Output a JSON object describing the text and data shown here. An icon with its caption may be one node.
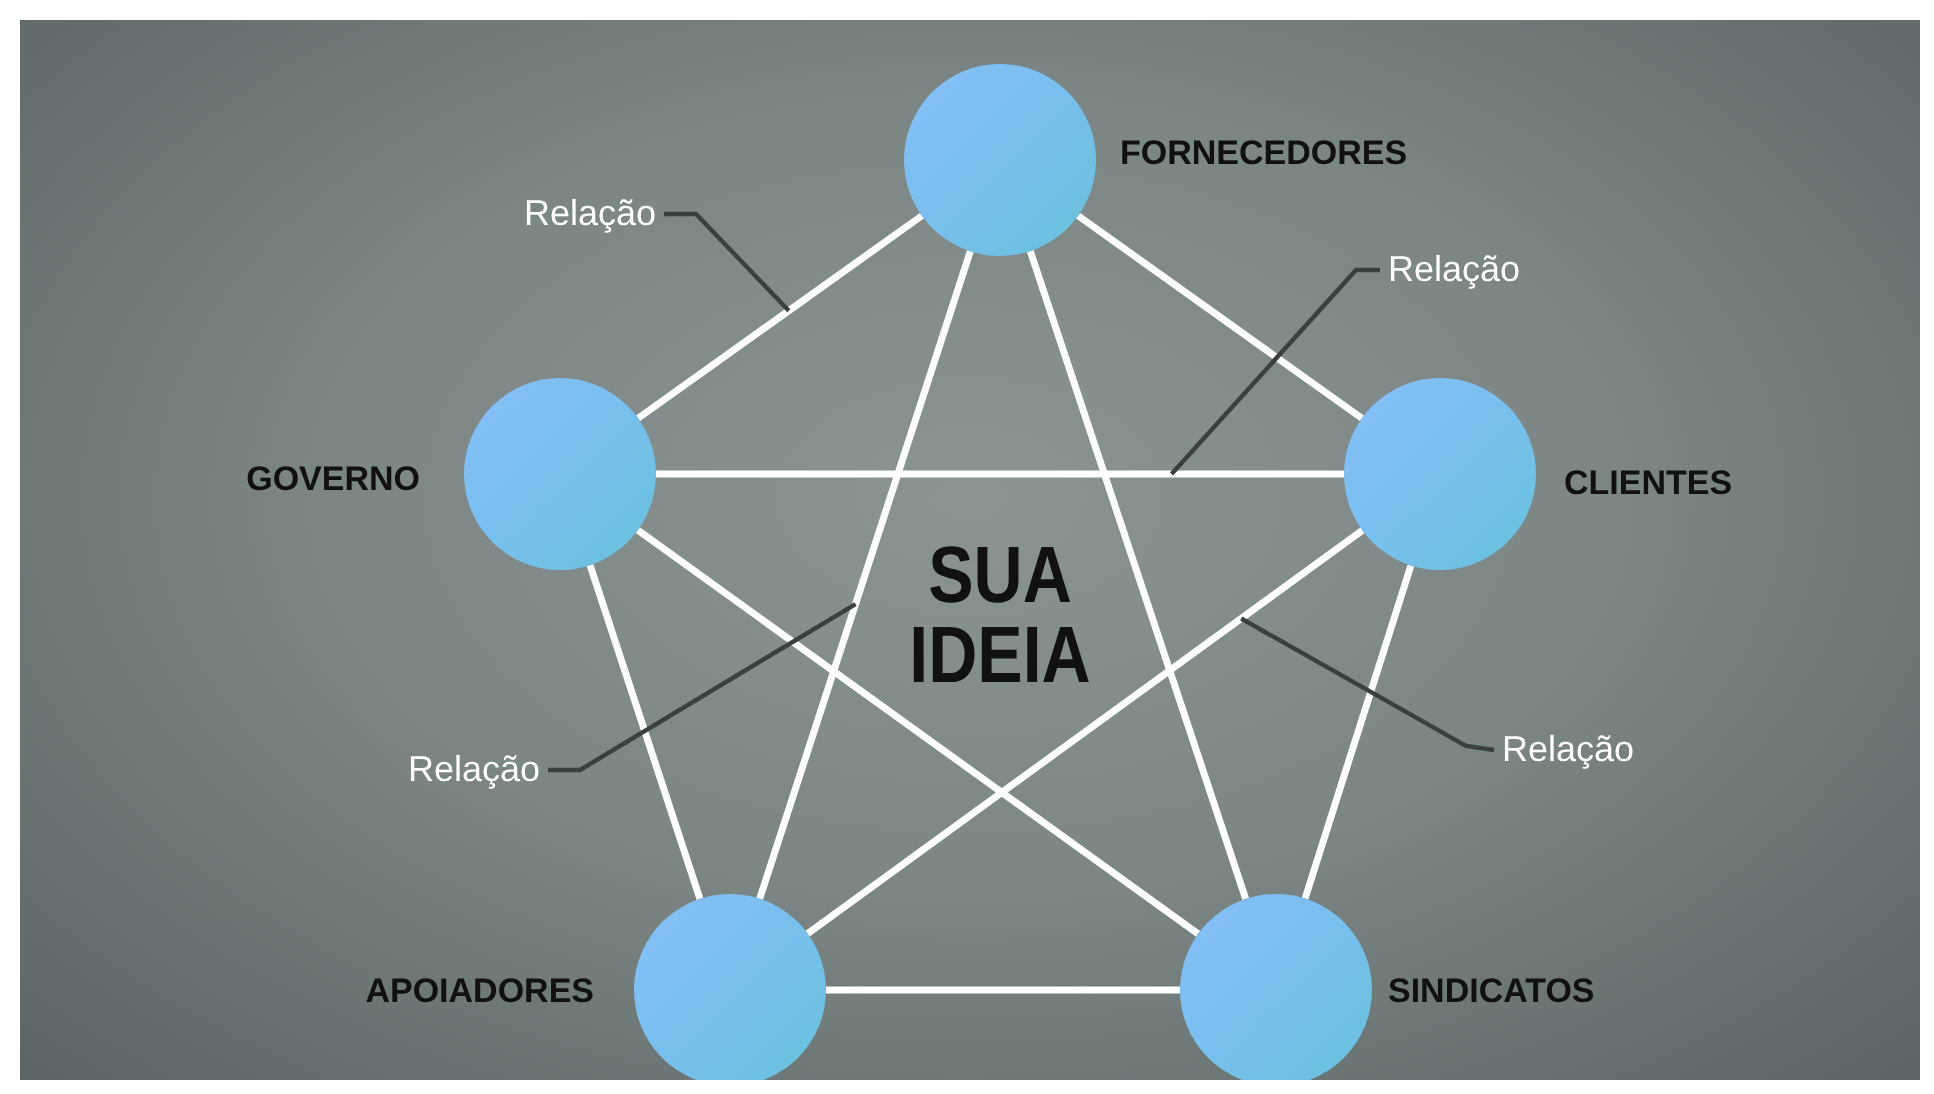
{
  "diagram": {
    "nodes": [
      {
        "text": [
          "FORNECEDORES"
        ]
      },
      {
        "text": [
          "GOVERNO"
        ]
      },
      {
        "text": [
          "CLIENTES"
        ]
      },
      {
        "text": [
          "APOIADORES"
        ]
      },
      {
        "text": [
          "SINDICATOS"
        ]
      },
      {
        "text": [
          "Relação"
        ]
      },
      {
        "text": [
          "Relação"
        ]
      },
      {
        "text": [
          "Relação"
        ]
      },
      {
        "text": [
          "Relação"
        ]
      }
    ],
    "edges": [
      {
        "from": 0,
        "to": 1,
        "arrow": "none"
      },
      {
        "from": 0,
        "to": 2,
        "arrow": "none"
      },
      {
        "from": 0,
        "to": 3,
        "arrow": "none"
      },
      {
        "from": 0,
        "to": 4,
        "arrow": "none"
      },
      {
        "from": 1,
        "to": 2,
        "arrow": "none"
      },
      {
        "from": 1,
        "to": 3,
        "arrow": "none"
      },
      {
        "from": 1,
        "to": 4,
        "arrow": "none"
      },
      {
        "from": 2,
        "to": 3,
        "arrow": "none"
      },
      {
        "from": 2,
        "to": 4,
        "arrow": "none"
      },
      {
        "from": 3,
        "to": 4,
        "arrow": "none"
      },
      {
        "from": 5,
        "to": null,
        "arrow": "none",
        "color": "#3a3f3f"
      },
      {
        "from": 6,
        "to": null,
        "arrow": "none",
        "color": "#3a3f3f"
      },
      {
        "from": 7,
        "to": null,
        "arrow": "none",
        "color": "#3a3f3f"
      },
      {
        "from": 8,
        "to": null,
        "arrow": "none",
        "color": "#3a3f3f"
      }
    ],
    "labels": [
      "SUA IDEIA"
    ]
  }
}
